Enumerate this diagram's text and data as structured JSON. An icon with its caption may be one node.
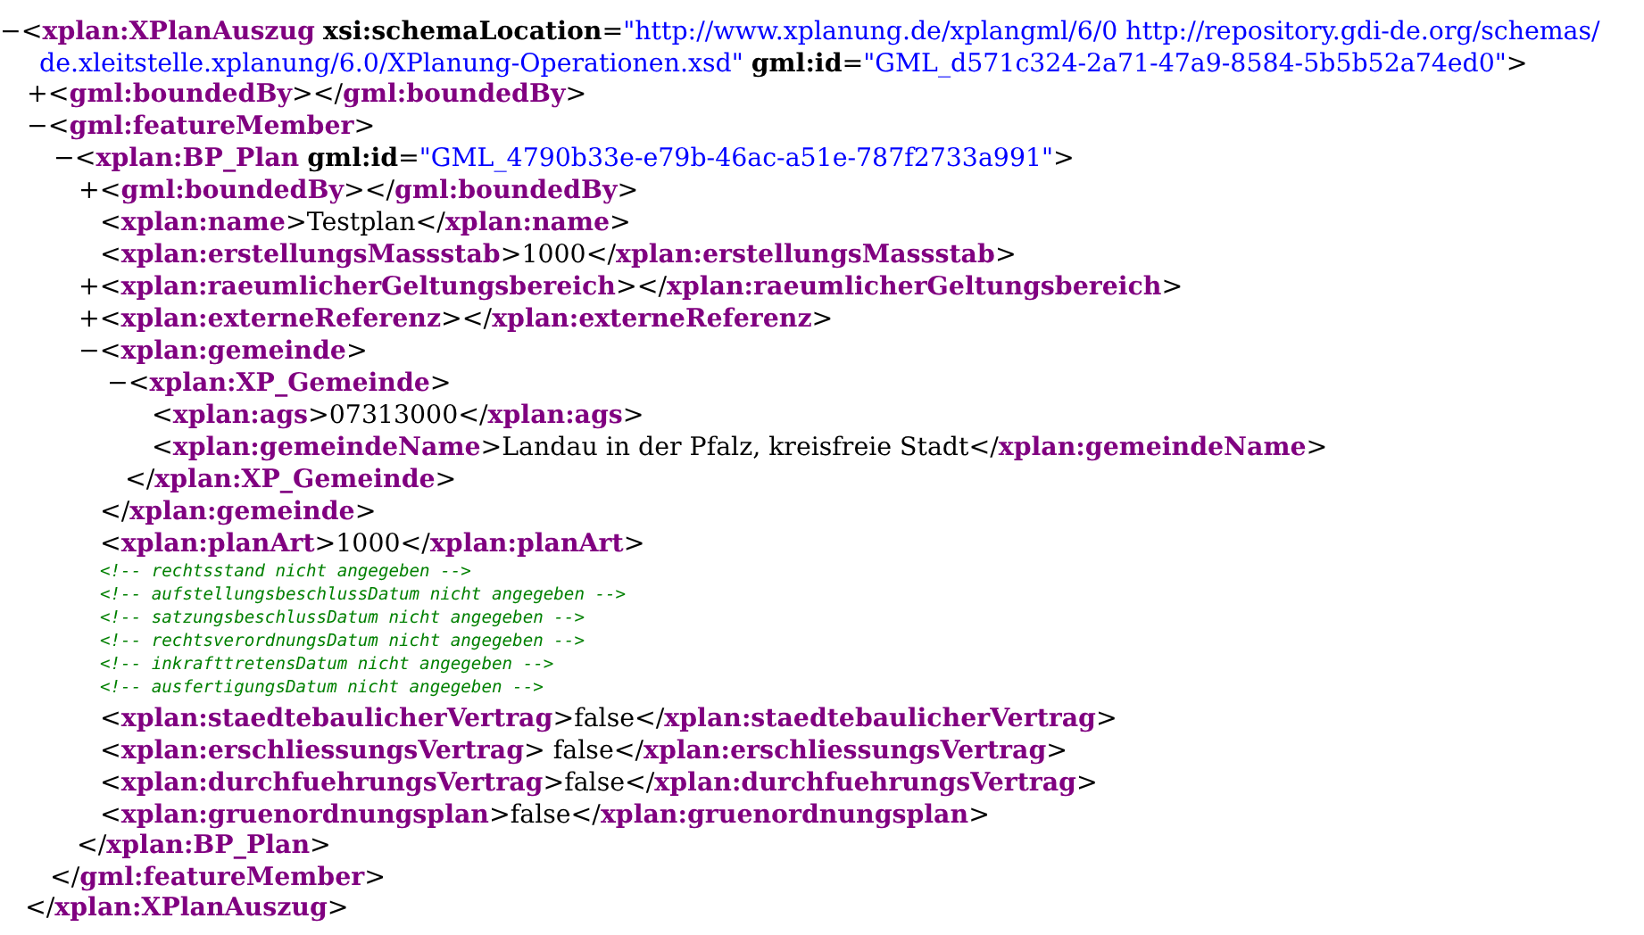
{
  "diagram": {
    "labels": [
      "−<xplan:XPlanAuszug xsi:schemaLocation=\"http://www.xplanung.de/xplangml/6/0 http://repository.gdi-de.org/schemas/de.xleitstelle.xplanung/6.0/XPlanung-Operationen.xsd\" gml:id=\"GML_d571c324-2a71-47a9-8584-5b5b52a74ed0\">",
      "+<gml:boundedBy></gml:boundedBy>",
      "−<gml:featureMember>",
      "−<xplan:BP_Plan gml:id=\"GML_4790b33e-e79b-46ac-a51e-787f2733a991\">",
      "+<gml:boundedBy></gml:boundedBy>",
      "<xplan:name>Testplan</xplan:name>",
      "<xplan:erstellungsMassstab>1000</xplan:erstellungsMassstab>",
      "+<xplan:raeumlicherGeltungsbereich></xplan:raeumlicherGeltungsbereich>",
      "+<xplan:externeReferenz></xplan:externeReferenz>",
      "−<xplan:gemeinde>",
      "−<xplan:XP_Gemeinde>",
      "<xplan:ags>07313000</xplan:ags>",
      "<xplan:gemeindeName>Landau in der Pfalz, kreisfreie Stadt</xplan:gemeindeName>",
      "</xplan:XP_Gemeinde>",
      "</xplan:gemeinde>",
      "<xplan:planArt>1000</xplan:planArt>",
      "<!-- rechtsstand nicht angegeben -->",
      "<!-- aufstellungsbeschlussDatum nicht angegeben -->",
      "<!-- satzungsbeschlussDatum nicht angegeben -->",
      "<!-- rechtsverordnungsDatum nicht angegeben -->",
      "<!-- inkrafttretensDatum nicht angegeben -->",
      "<!-- ausfertigungsDatum nicht angegeben -->",
      "<xplan:staedtebaulicherVertrag>false</xplan:staedtebaulicherVertrag>",
      "<xplan:erschliessungsVertrag> false</xplan:erschliessungsVertrag>",
      "<xplan:durchfuehrungsVertrag>false</xplan:durchfuehrungsVertrag>",
      "<xplan:gruenordnungsplan>false</xplan:gruenordnungsplan>",
      "</xplan:BP_Plan>",
      "</gml:featureMember>",
      "</xplan:XPlanAuszug>"
    ]
  }
}
